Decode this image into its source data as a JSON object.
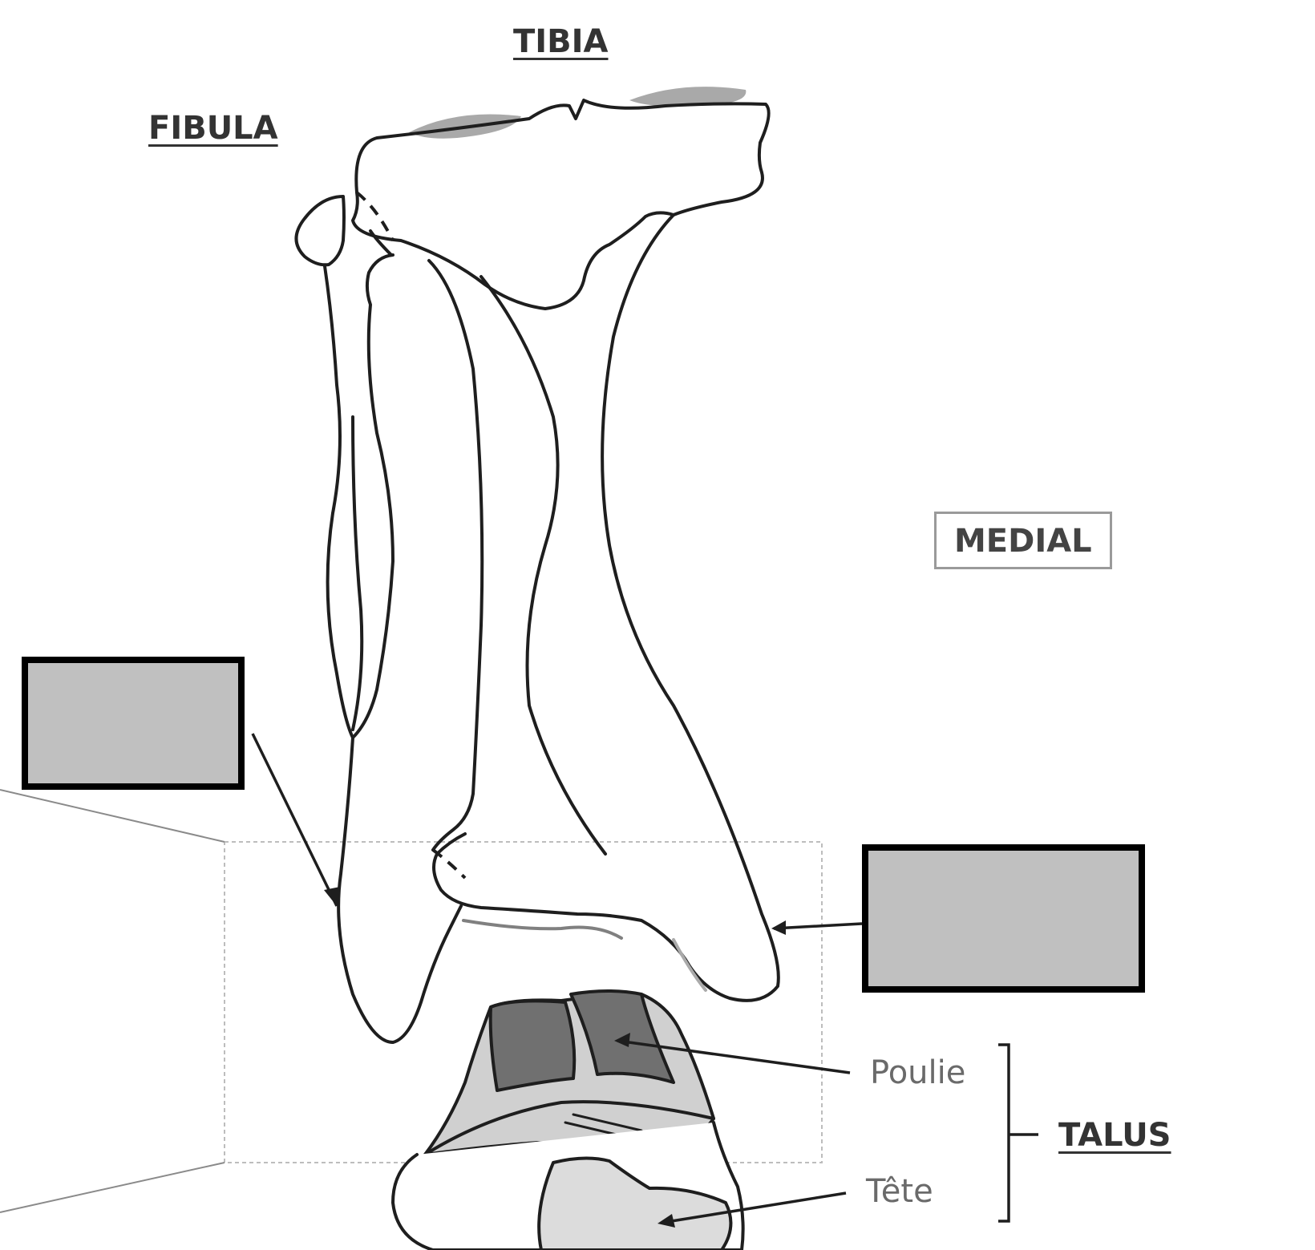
{
  "labels": {
    "tibia": "TIBIA",
    "fibula": "FIBULA",
    "medial": "MEDIAL",
    "poulie": "Poulie",
    "tete": "Tête",
    "talus": "TALUS"
  },
  "answer_boxes": [
    {
      "id": "lateral-malleolus-box",
      "fill": "#c0c0c0",
      "border": "#000000"
    },
    {
      "id": "medial-malleolus-box",
      "fill": "#c0c0c0",
      "border": "#000000"
    }
  ],
  "colors": {
    "outline": "#1e1e1e",
    "trochlea": "#6f6f6f",
    "cartilage": "#d0d0d0",
    "head": "#dcdcdc"
  }
}
